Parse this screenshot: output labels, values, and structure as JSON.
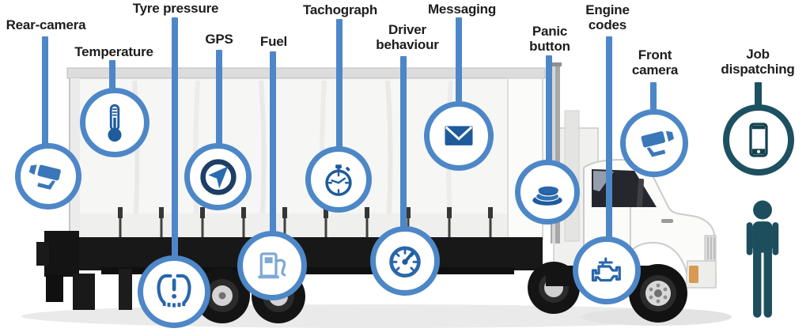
{
  "diagram_subject": "truck-telematics-features",
  "colors": {
    "accent_blue": "#4d87c7",
    "icon_dark_blue": "#1f5c9e",
    "icon_mid_blue": "#2e6cae",
    "fuel_light_blue": "#7fa8d4",
    "teal": "#1d5060",
    "label_text": "#1d1d1f"
  },
  "features": [
    {
      "id": "rear-camera",
      "label": "Rear-camera",
      "icon": "cctv-camera-left-icon"
    },
    {
      "id": "temperature",
      "label": "Temperature",
      "icon": "thermometer-icon"
    },
    {
      "id": "tyre-pressure",
      "label": "Tyre pressure",
      "icon": "tyre-pressure-warning-icon"
    },
    {
      "id": "gps",
      "label": "GPS",
      "icon": "compass-navigation-arrow-icon"
    },
    {
      "id": "fuel",
      "label": "Fuel",
      "icon": "fuel-pump-icon"
    },
    {
      "id": "tachograph",
      "label": "Tachograph",
      "icon": "stopwatch-icon"
    },
    {
      "id": "driver-behaviour",
      "label": "Driver behaviour",
      "icon": "speedometer-icon"
    },
    {
      "id": "messaging",
      "label": "Messaging",
      "icon": "envelope-icon"
    },
    {
      "id": "panic-button",
      "label": "Panic button",
      "icon": "push-button-icon"
    },
    {
      "id": "engine-codes",
      "label": "Engine codes",
      "icon": "engine-icon"
    },
    {
      "id": "front-camera",
      "label": "Front camera",
      "icon": "cctv-camera-right-icon"
    },
    {
      "id": "job-dispatching",
      "label": "Job dispatching",
      "icon": "smartphone-icon"
    }
  ],
  "scene_icons": [
    "box-truck-image",
    "driver-silhouette-icon"
  ]
}
